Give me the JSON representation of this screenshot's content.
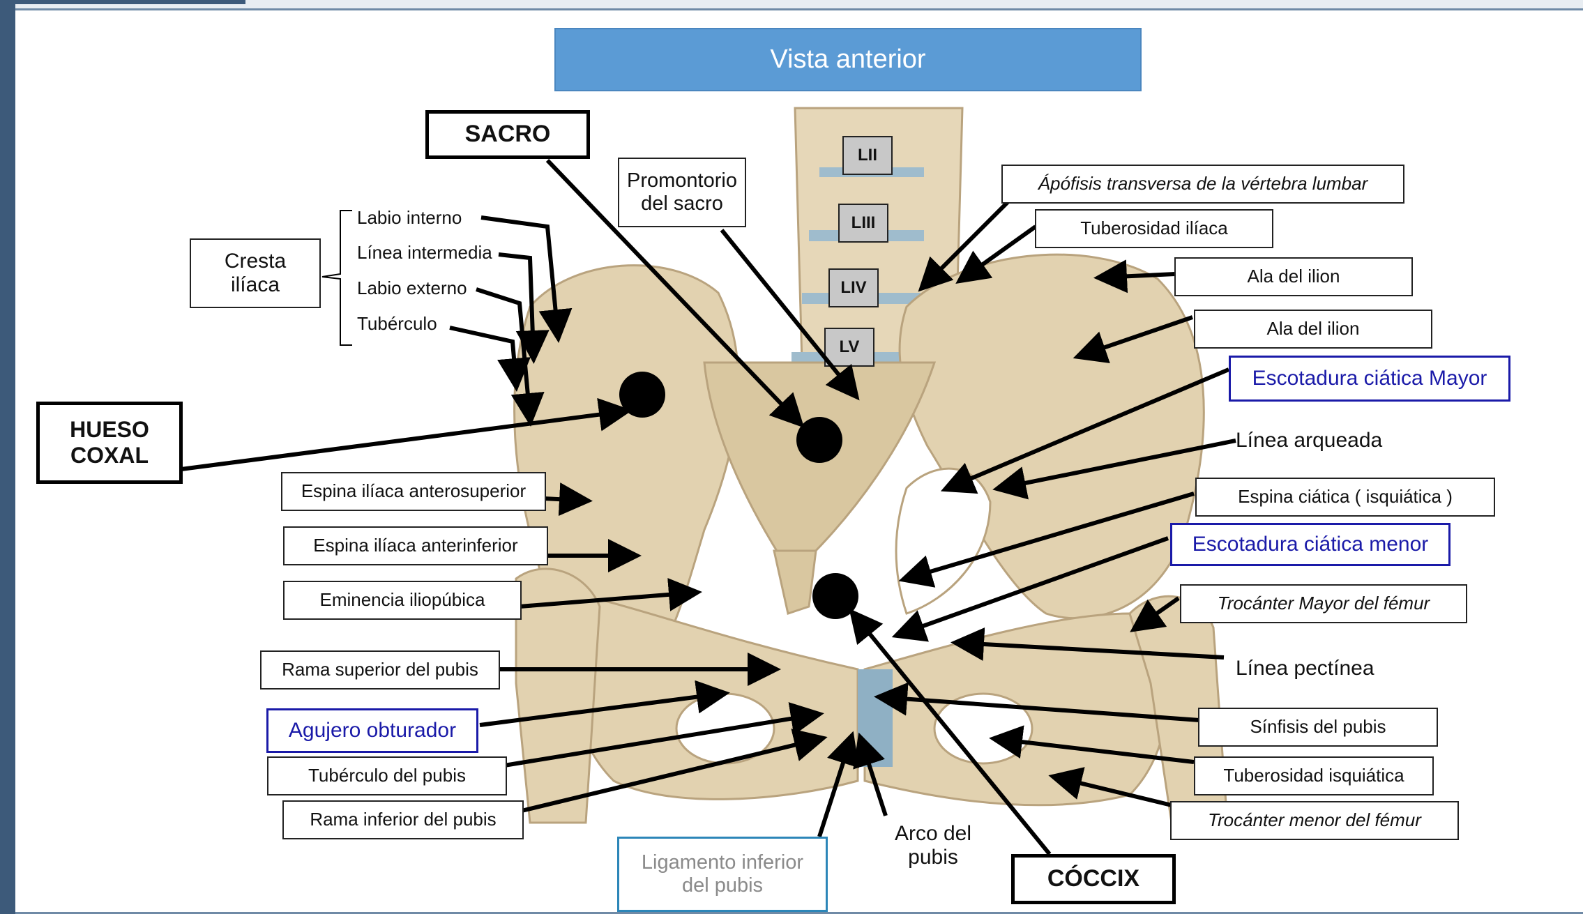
{
  "title": "Vista  anterior",
  "vertebrae": [
    "LII",
    "LIII",
    "LIV",
    "LV"
  ],
  "labels": {
    "sacro": "SACRO",
    "promontorio": "Promontorio\ndel sacro",
    "cresta_iliaca": "Cresta\nilíaca",
    "labio_interno": "Labio interno",
    "linea_intermedia": "Línea intermedia",
    "labio_externo": "Labio externo",
    "tuberculo": "Tubérculo",
    "hueso_coxal": "HUESO\nCOXAL",
    "apofisis": "Ápófisis transversa de la vértebra lumbar",
    "tuberosidad_iliaca": "Tuberosidad ilíaca",
    "ala_ilion_1": "Ala del ilion",
    "ala_ilion_2": "Ala del ilion",
    "escotadura_mayor": "Escotadura ciática Mayor",
    "linea_arqueada": "Línea arqueada",
    "espina_ciatica": "Espina ciática  (   isquiática )",
    "escotadura_menor": "Escotadura ciática menor",
    "trocanter_mayor": "Trocánter Mayor del fémur",
    "linea_pectinea": "Línea pectínea",
    "sinfisis": "Sínfisis del pubis",
    "tuberosidad_isquiatica": "Tuberosidad isquiática",
    "trocanter_menor": "Trocánter menor del fémur",
    "espina_anterosuperior": "Espina ilíaca anterosuperior",
    "espina_anteroinferior": "Espina ilíaca anterinferior",
    "eminencia": "Eminencia iliopúbica",
    "rama_superior": "Rama superior del pubis",
    "agujero": "Agujero obturador",
    "tuberculo_pubis": "Tubérculo del pubis",
    "rama_inferior": "Rama inferior del pubis",
    "ligamento": "Ligamento inferior\ndel pubis",
    "arco": "Arco del\npubis",
    "coccix": "CÓCCIX"
  },
  "colors": {
    "header_bg": "#5b9bd5",
    "blue_label": "#1a1aa8",
    "bone": "#e2d2b0",
    "cartilage": "#8fb0c4"
  }
}
